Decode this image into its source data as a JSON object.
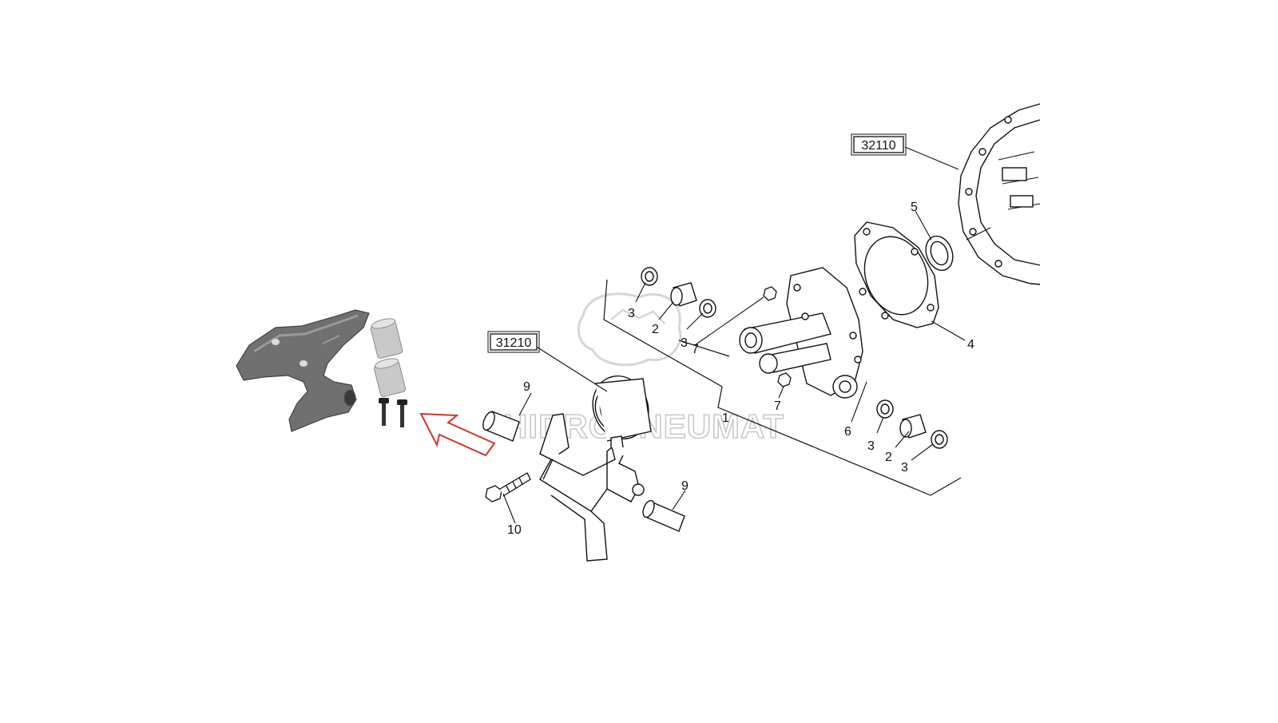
{
  "diagram": {
    "ref_boxes": {
      "housing": "32110",
      "bearing": "31210"
    },
    "callouts": {
      "c1": "1",
      "c2a": "2",
      "c2b": "2",
      "c3a": "3",
      "c3b": "3",
      "c3c": "3",
      "c3d": "3",
      "c4": "4",
      "c5": "5",
      "c6": "6",
      "c7a": "7",
      "c7b": "7",
      "c9a": "9",
      "c9b": "9",
      "c10": "10"
    },
    "watermark": "HIDROPNEUMAT",
    "colors": {
      "line": "#111111",
      "arrow": "#d0342c",
      "part_photo": "#6e6e6e",
      "watermark": "#c9c9c9"
    }
  }
}
